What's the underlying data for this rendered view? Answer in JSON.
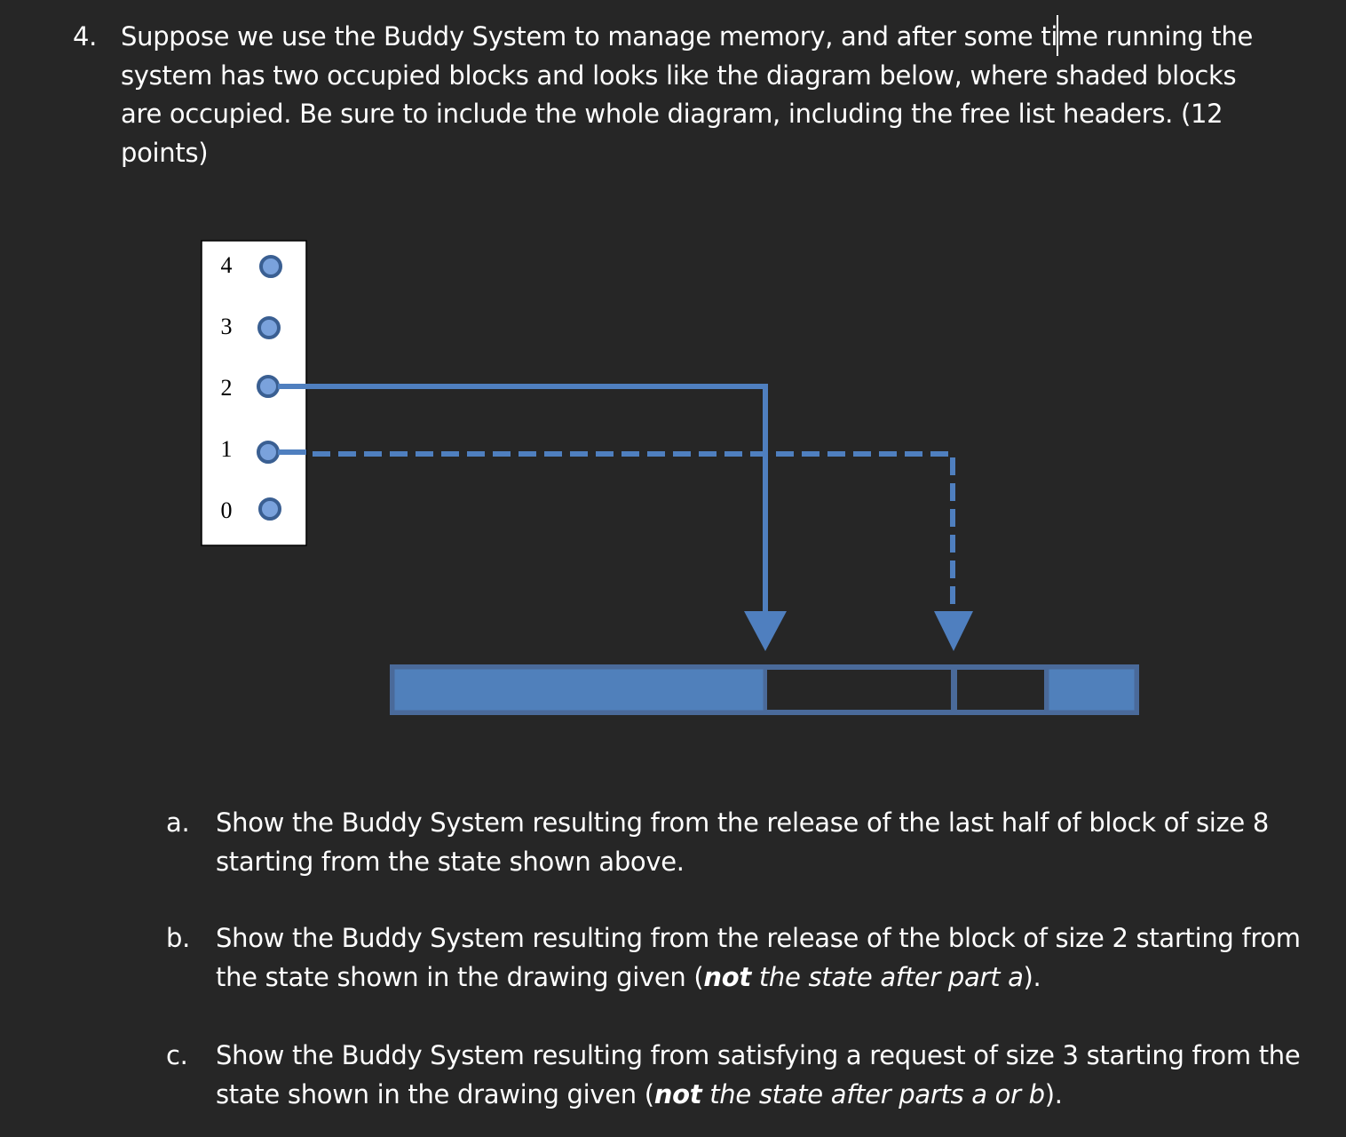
{
  "question": {
    "number": "4.",
    "text": "Suppose we use the Buddy System to manage memory, and after some time running the system has two occupied blocks and looks like the diagram below, where shaded blocks are occupied.  Be sure to include the whole diagram, including the free list headers. (12 points)"
  },
  "diagram": {
    "free_list_headers": [
      "4",
      "3",
      "2",
      "1",
      "0"
    ],
    "colors": {
      "link": "#4f7fbf",
      "shaded": "#5080bb",
      "block_border": "#4a6a9a",
      "header_bg": "#ffffff"
    }
  },
  "parts": [
    {
      "label": "a.",
      "segments": [
        {
          "text": "Show the Buddy System resulting from the release of the last half of block of size 8 starting from the state shown above.",
          "style": "normal"
        }
      ]
    },
    {
      "label": "b.",
      "segments": [
        {
          "text": "Show the Buddy System resulting from the release of the block of size 2 starting from the state shown in the drawing given (",
          "style": "normal"
        },
        {
          "text": "not",
          "style": "bold-italic"
        },
        {
          "text": " the state after part ",
          "style": "italic"
        },
        {
          "text": "a",
          "style": "italic"
        },
        {
          "text": ").",
          "style": "normal"
        }
      ]
    },
    {
      "label": "c.",
      "segments": [
        {
          "text": "Show the Buddy System resulting from satisfying a request of size 3 starting from the state shown in the drawing given (",
          "style": "normal"
        },
        {
          "text": "not",
          "style": "bold-italic"
        },
        {
          "text": " the state after parts a or b",
          "style": "italic"
        },
        {
          "text": ").",
          "style": "normal"
        }
      ]
    }
  ]
}
